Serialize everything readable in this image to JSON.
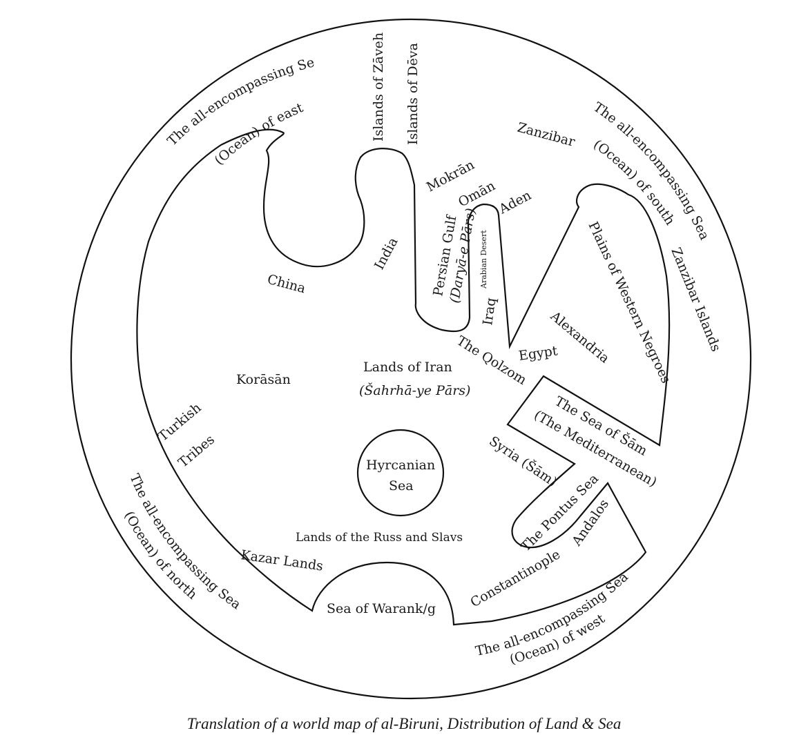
{
  "caption": "Translation of a world map of al-Biruni, Distribution of Land & Sea",
  "oceans": {
    "east": [
      "The all-encompassing Sea",
      "(Ocean)  of east"
    ],
    "south": [
      "The all-encompassing Sea",
      "(Ocean)  of south"
    ],
    "north": [
      "The all-encompassing Sea",
      "(Ocean)  of north"
    ],
    "west": [
      "The all-encompassing Sea",
      "(Ocean)  of west"
    ]
  },
  "islands_zaveh": "Islands of Zāveh",
  "islands_deva": "Islands of Dēva",
  "zanzibar": "Zanzibar",
  "zanzibar_islands": "Zanzibar Islands",
  "mokran": "Mokrān",
  "oman": "Omān",
  "aden": "Aden",
  "persian_gulf": "Persian Gulf",
  "persian_gulf_native": "(Daryā-e Pārs)",
  "arabian_desert": "Arabian Desert",
  "iraq": "Iraq",
  "india": "India",
  "china": "China",
  "plains_western_negroes": "Plains of Western Negroes",
  "alexandria": "Alexandria",
  "egypt": "Egypt",
  "qolzom": "The Qolzom",
  "lands_iran": "Lands of Iran",
  "lands_iran_native": "(Šahrhā-ye Pārs)",
  "korasan": "Korāsān",
  "turkish": "Turkish",
  "tribes": "Tribes",
  "sea_sam": "The Sea of Šām",
  "mediterranean": "(The Mediterranean)",
  "syria": "Syria (Šām)",
  "hyrcanian": [
    "Hyrcanian",
    "Sea"
  ],
  "pontus": "The Pontus Sea",
  "andalos": "Andalos",
  "constantinople": "Constantinople",
  "russ_slavs": "Lands of the Russ and Slavs",
  "kazar": "Kazar Lands",
  "warank": "Sea of Warank/g"
}
